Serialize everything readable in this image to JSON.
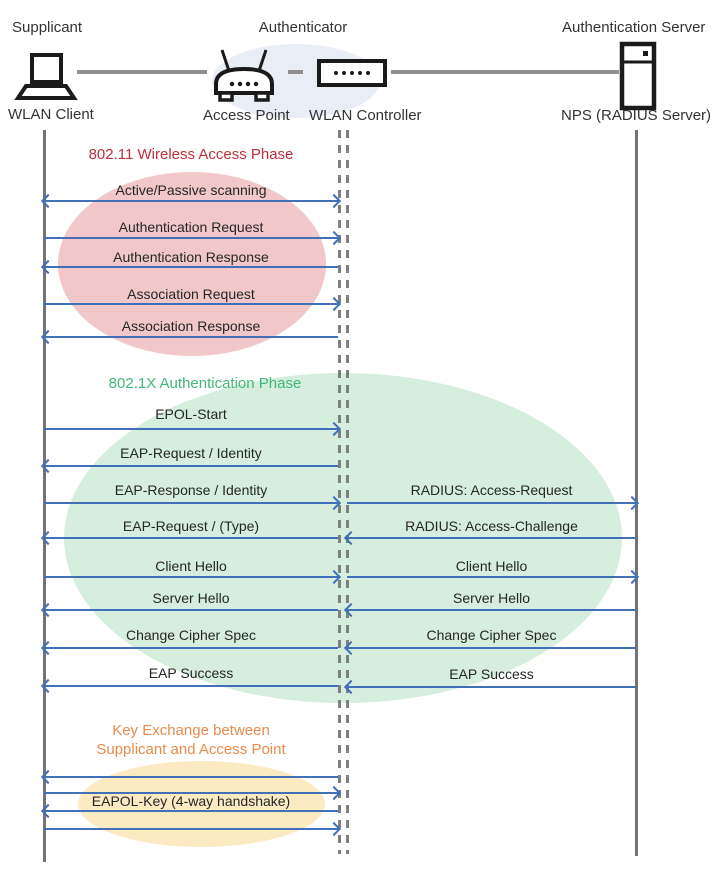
{
  "header": {
    "supplicant": "Supplicant",
    "authenticator": "Authenticator",
    "auth_server": "Authentication Server"
  },
  "devices": {
    "wlan_client": "WLAN Client",
    "access_point": "Access Point",
    "wlan_controller": "WLAN Controller",
    "nps": "NPS (RADIUS Server)"
  },
  "phase1": {
    "title": "802.11 Wireless Access Phase",
    "messages": [
      {
        "label": "Active/Passive scanning",
        "direction": "bidirectional"
      },
      {
        "label": "Authentication Request",
        "direction": "right"
      },
      {
        "label": "Authentication Response",
        "direction": "left"
      },
      {
        "label": "Association Request",
        "direction": "right"
      },
      {
        "label": "Association Response",
        "direction": "left"
      }
    ]
  },
  "phase2": {
    "title": "802.1X Authentication Phase",
    "left": [
      {
        "label": "EPOL-Start",
        "direction": "right"
      },
      {
        "label": "EAP-Request / Identity",
        "direction": "left"
      },
      {
        "label": "EAP-Response / Identity",
        "direction": "right"
      },
      {
        "label": "EAP-Request / (Type)",
        "direction": "left"
      },
      {
        "label": "Client Hello",
        "direction": "right"
      },
      {
        "label": "Server Hello",
        "direction": "left"
      },
      {
        "label": "Change Cipher Spec",
        "direction": "left"
      },
      {
        "label": "EAP Success",
        "direction": "left"
      }
    ],
    "right": [
      {
        "label": "RADIUS: Access-Request",
        "direction": "right"
      },
      {
        "label": "RADIUS: Access-Challenge",
        "direction": "left"
      },
      {
        "label": "Client Hello",
        "direction": "right"
      },
      {
        "label": "Server Hello",
        "direction": "left"
      },
      {
        "label": "Change Cipher Spec",
        "direction": "left"
      },
      {
        "label": "EAP Success",
        "direction": "left"
      }
    ]
  },
  "phase3": {
    "title_line1": "Key Exchange between",
    "title_line2": "Supplicant and Access Point",
    "messages": [
      {
        "label": "",
        "direction": "left"
      },
      {
        "label": "",
        "direction": "right"
      },
      {
        "label": "EAPOL-Key (4-way handshake)",
        "direction": "left"
      },
      {
        "label": "",
        "direction": "right"
      }
    ]
  },
  "colors": {
    "arrow_blue": "#4170b8",
    "lifeline_gray": "#737373",
    "dashed_gray": "#7f7f7f",
    "phase1_title": "#c02f3a",
    "phase1_fill": "#f2c7c9",
    "phase2_title": "#42b876",
    "phase2_fill": "#d5eedd",
    "phase3_title": "#e88c4d",
    "phase3_fill": "#fceac2",
    "authenticator_fill": "#e9edf6"
  }
}
